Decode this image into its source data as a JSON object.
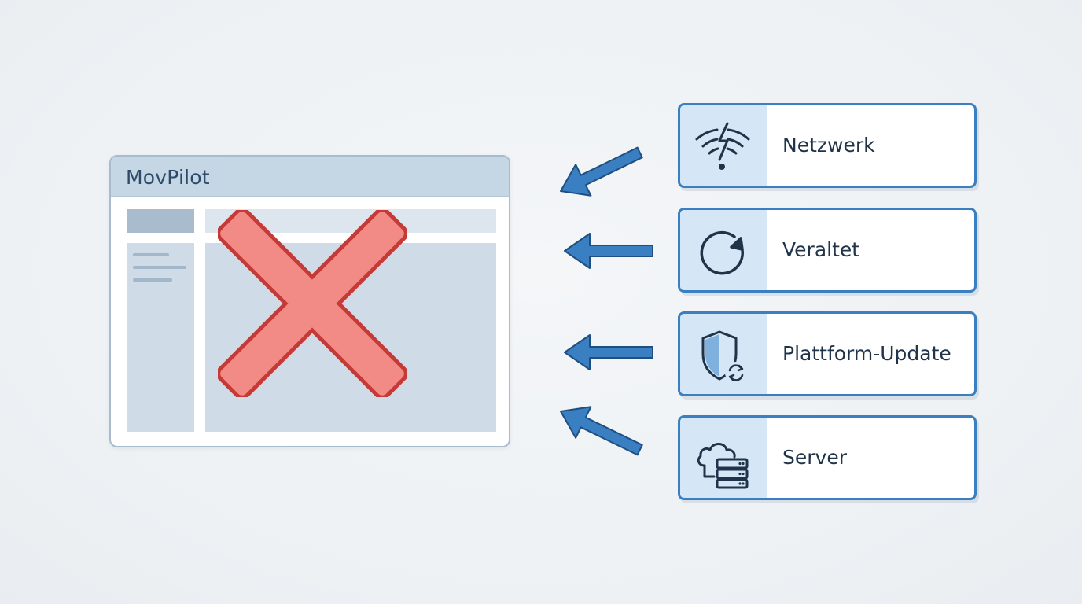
{
  "app": {
    "title": "MovPilot",
    "status": "error"
  },
  "causes": [
    {
      "label": "Netzwerk",
      "icon": "wifi-broken-icon"
    },
    {
      "label": "Veraltet",
      "icon": "refresh-icon"
    },
    {
      "label": "Plattform-Update",
      "icon": "shield-refresh-icon"
    },
    {
      "label": "Server",
      "icon": "cloud-server-icon"
    }
  ],
  "colors": {
    "card_border": "#3a7fc2",
    "arrow_fill": "#3a7fc2",
    "icon_panel": "#d5e7f7",
    "error_fill": "#f28b85",
    "error_stroke": "#c53a37",
    "window_border": "#a9bccd"
  }
}
